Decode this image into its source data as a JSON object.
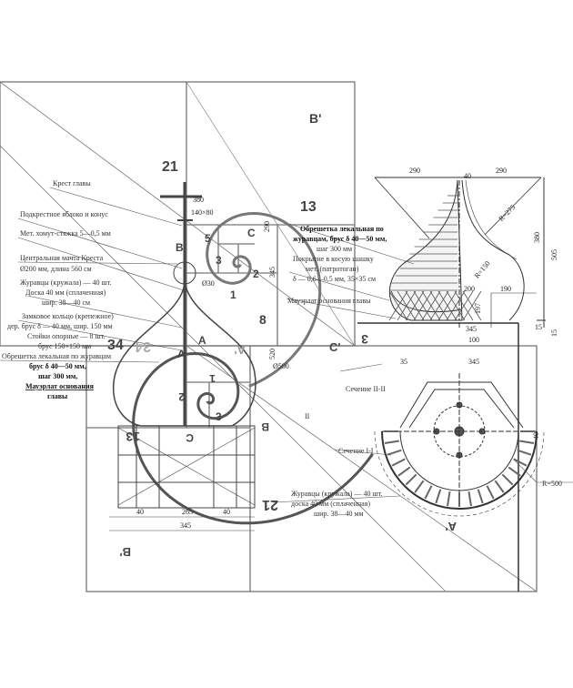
{
  "labels_left": [
    "Крест главы",
    "Подкрестное яблоко и конус",
    "Мет. хомут-стяжка 5—0,5 мм",
    "Центральная мачта Креста",
    "Ø200 мм, длина 560 см",
    "Журавцы (кружала) — 40 шт.",
    "Доска 40 мм (сплаченная)",
    "шир. 38—40 см",
    "Замковое кольцо (крепежное)",
    "дер. брус δ — 40 мм, шир. 150 мм",
    "Стойки опорные — 8 шт.",
    "брус 150×150 мм",
    "Обрешетка лекальная по журавцам",
    "брус δ 40—50 мм,",
    "шаг 300 мм,",
    "Мауэрлат основания",
    "главы"
  ],
  "labels_right": [
    "Обрешетка лекальная по",
    "журавцам, брус δ 40—50 мм,",
    "шаг 300 мм",
    "Покрытие в косую шашку",
    "мет. (патротоган)",
    "δ — 0,6—0,5 мм, 35×35 см",
    "Мауэрлат основания главы"
  ],
  "section_labels": {
    "section_2": "Сечение II-II",
    "section_1": "Сечение I-I",
    "marker_2": "II",
    "radius": "R=500",
    "ribs": [
      "Журавцы (кружала) — 40 шт.",
      "доска 40 мм (сплаченная)",
      "шир. 38—40 мм"
    ]
  },
  "dimensions": {
    "top_left": "290",
    "top_right": "290",
    "tip": "40",
    "r_big": "R=275",
    "r_small": "R=150",
    "h380": "380",
    "h505": "505",
    "d200": "200",
    "d190": "190",
    "d197": "197",
    "d345a": "345",
    "d100": "100",
    "d345b": "345",
    "d15a": "15",
    "d15b": "15",
    "d35": "35",
    "d40": "40",
    "left_380": "380",
    "left_140x80": "140×80",
    "left_d30": "Ø30",
    "left_290": "290",
    "left_345": "345",
    "left_520": "520",
    "left_d500": "Ø500",
    "base_40a": "40",
    "base_265": "265",
    "base_40b": "40",
    "base_345": "345"
  },
  "golden": {
    "n21": "21",
    "n13": "13",
    "n8": "8",
    "n5": "5",
    "n3": "3",
    "n2": "2",
    "n1": "1",
    "n34": "34",
    "n3b": "3",
    "n2b": "2",
    "n1b": "1",
    "n3c": "3",
    "n13b": "13",
    "n21b": "21",
    "n34b": "34",
    "bp": "B'",
    "cp": "C'",
    "ap": "A'",
    "bpp": "B'",
    "app": "A'",
    "A": "A",
    "B": "B",
    "C": "C",
    "Cb": "C",
    "Bb": "B",
    "Ab": "A"
  }
}
